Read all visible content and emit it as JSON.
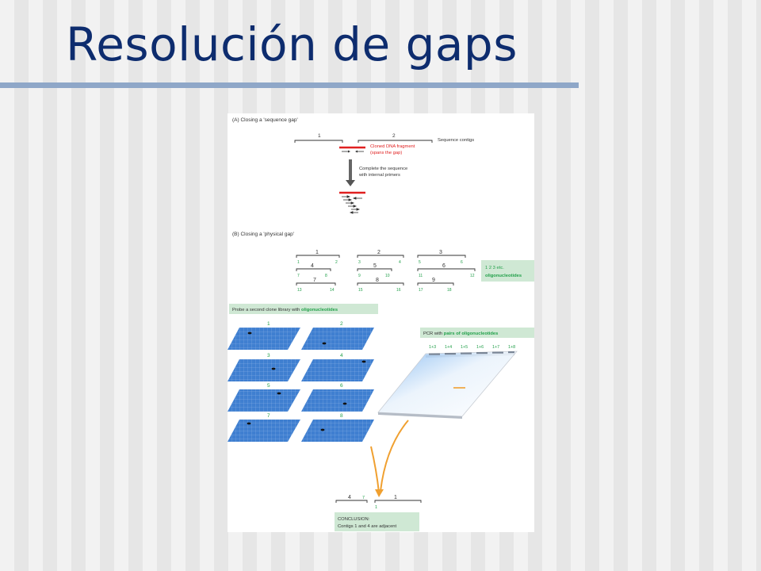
{
  "slide": {
    "title": "Resolución de gaps"
  },
  "figure": {
    "partA": {
      "heading": "(A) Closing a 'sequence gap'",
      "contig1": "1",
      "contig2": "2",
      "contigs_label": "Sequence contigs",
      "fragment_label_1": "Cloned DNA fragment",
      "fragment_label_2": "(spans the gap)",
      "step_label_1": "Complete the sequence",
      "step_label_2": "with internal primers"
    },
    "partB": {
      "heading": "(B) Closing a 'physical gap'",
      "contig_numbers": [
        "1",
        "4",
        "7",
        "2",
        "5",
        "8",
        "3",
        "6",
        "9"
      ],
      "oligo_numbers": [
        "1",
        "2",
        "7",
        "8",
        "13",
        "14",
        "3",
        "4",
        "9",
        "10",
        "15",
        "16",
        "5",
        "6",
        "11",
        "12",
        "17",
        "18"
      ],
      "legend_1": "1  2  3  etc.",
      "legend_2": "oligonucleotides",
      "probe_label_1": "Probe a second clone library with ",
      "probe_label_2": "oligonucleotides",
      "filter_labels": [
        "1",
        "2",
        "3",
        "4",
        "5",
        "6",
        "7",
        "8"
      ],
      "pcr_label_1": "PCR with ",
      "pcr_label_2": "pairs of oligonucleotides",
      "pcr_lanes": [
        "1+3",
        "1+4",
        "1+5",
        "1+6",
        "1+7",
        "1+8"
      ],
      "result_contig_left": "4",
      "result_oligo_left": "7",
      "result_contig_right": "1",
      "result_oligo_right": "1",
      "conclusion_1": "CONCLUSION:",
      "conclusion_2": "Contigs 1 and 4 are adjacent"
    },
    "colors": {
      "red": "#e02020",
      "green": "#22a04a",
      "blue": "#3f7fd0",
      "orange": "#f0a030",
      "greenbox": "#cfe8d4"
    }
  }
}
